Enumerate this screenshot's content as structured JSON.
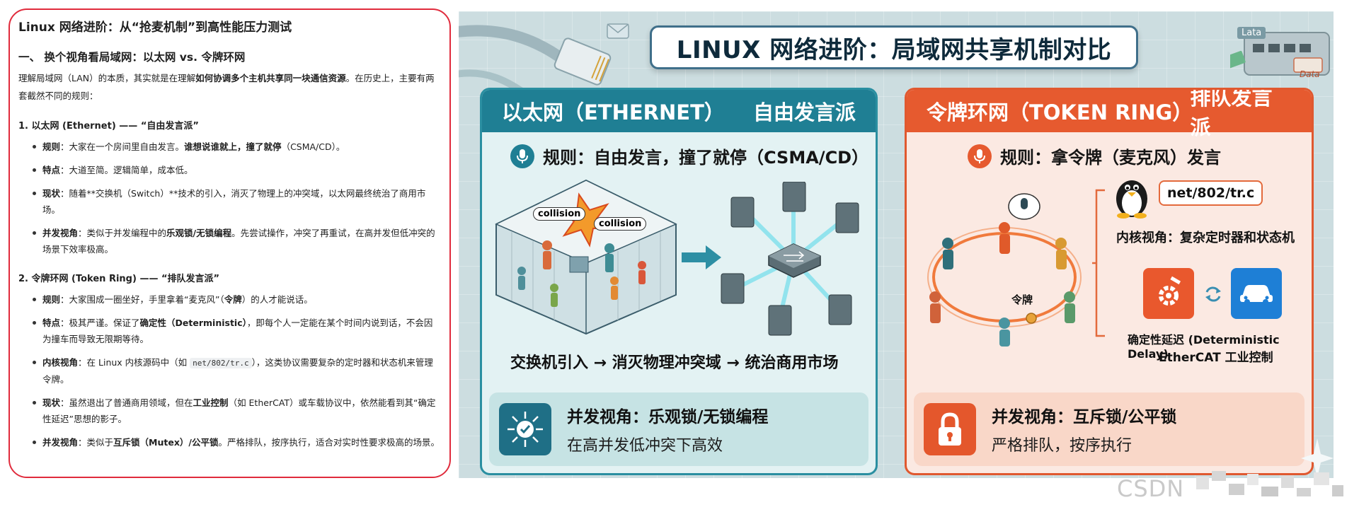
{
  "doc": {
    "title": "Linux 网络进阶：从“抢麦机制”到高性能压力测试",
    "section1": "一、 换个视角看局域网：以太网 vs. 令牌环网",
    "intro_a": "理解局域网（LAN）的本质，其实就是在理解",
    "intro_b": "如何协调多个主机共享同一块通信资源",
    "intro_c": "。在历史上，主要有两套截然不同的规则：",
    "eth_heading": "1. 以太网 (Ethernet) —— “自由发言派”",
    "eth_items": [
      {
        "label": "规则",
        "sep": "：",
        "text": "大家在一个房间里自由发言。",
        "bold2": "谁想说谁就上，撞了就停",
        "text2": "（CSMA/CD）。"
      },
      {
        "label": "特点",
        "sep": "：",
        "text": "大道至简。逻辑简单，成本低。"
      },
      {
        "label": "现状",
        "sep": "：",
        "text": "随着**交换机（Switch）**技术的引入，消灭了物理上的冲突域，以太网最终统治了商用市场。"
      },
      {
        "label": "并发视角",
        "sep": "：",
        "text": "类似于并发编程中的",
        "bold2": "乐观锁/无锁编程",
        "text2": "。先尝试操作，冲突了再重试，在高并发但低冲突的场景下效率极高。"
      }
    ],
    "tok_heading": "2. 令牌环网 (Token Ring) —— “排队发言派”",
    "tok_items": [
      {
        "label": "规则",
        "sep": "：",
        "text": "大家围成一圈坐好，手里拿着“麦克风”（",
        "bold2": "令牌",
        "text2": "）的人才能说话。"
      },
      {
        "label": "特点",
        "sep": "：",
        "text": "极其严谨。保证了",
        "bold2": "确定性（Deterministic）",
        "text2": "，即每个人一定能在某个时间内说到话，不会因为撞车而导致无限期等待。"
      },
      {
        "label": "内核视角",
        "sep": "：",
        "text": "在 Linux 内核源码中（如 ",
        "code": "net/802/tr.c",
        "text2": "），这类协议需要复杂的定时器和状态机来管理令牌。"
      },
      {
        "label": "现状",
        "sep": "：",
        "text": "虽然退出了普通商用领域，但在",
        "bold2": "工业控制",
        "text2": "（如 EtherCAT）或车载协议中，依然能看到其“确定性延迟”思想的影子。"
      },
      {
        "label": "并发视角",
        "sep": "：",
        "text": "类似于",
        "bold2": "互斥锁（Mutex）/公平锁",
        "text2": "。严格排队，按序执行，适合对实时性要求极高的场景。"
      }
    ]
  },
  "info": {
    "title": "LINUX 网络进阶：局域网共享机制对比",
    "lata": "Lata",
    "data_tag": "Data",
    "eth": {
      "name": "以太网（ETHERNET）",
      "tag": "自由发言派",
      "rule": "规则：自由发言，撞了就停（CSMA/CD）",
      "collision1": "collision",
      "collision2": "collision",
      "flow": "交换机引入 → 消灭物理冲突域 → 统治商用市场",
      "bottom_title": "并发视角：乐观锁/无锁编程",
      "bottom_sub": "在高并发低冲突下高效"
    },
    "tok": {
      "name": "令牌环网（TOKEN RING）",
      "tag": "排队发言派",
      "rule": "规则：拿令牌（麦克风）发言",
      "path": "net/802/tr.c",
      "kernel": "内核视角：复杂定时器和状态机",
      "token": "令牌",
      "delay": "确定性延迟 (Deterministic Delay)",
      "ethercat": "EtherCAT 工业控制",
      "bottom_title": "并发视角：互斥锁/公平锁",
      "bottom_sub": "严格排队，按序执行"
    }
  },
  "watermark": "CSDN",
  "colors": {
    "doc_border": "#e02b3c",
    "eth_accent": "#1f7f94",
    "tok_accent": "#e65a2f"
  }
}
